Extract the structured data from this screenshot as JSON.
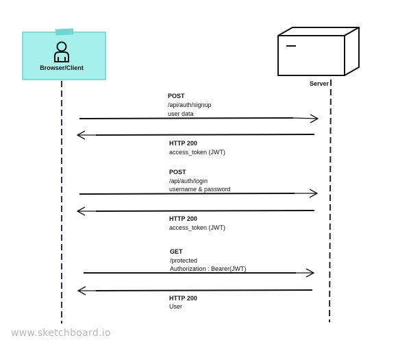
{
  "participants": {
    "client": {
      "label": "Browser/Client",
      "fill": "#a8f0ec",
      "stroke": "#67d2cc",
      "tape": "#6dd6d0"
    },
    "server": {
      "label": "Server"
    }
  },
  "messages": [
    {
      "direction": "request",
      "lines": [
        "POST",
        "/api/auth/signup",
        "user data"
      ]
    },
    {
      "direction": "response",
      "lines": [
        "HTTP 200",
        "access_token (JWT)"
      ]
    },
    {
      "direction": "request",
      "lines": [
        "POST",
        "/api/auth/login",
        "username & password"
      ]
    },
    {
      "direction": "response",
      "lines": [
        "HTTP 200",
        "access_token (JWT)"
      ]
    },
    {
      "direction": "request",
      "lines": [
        "GET",
        "/protected",
        "Authorization : Bearer(JWT)"
      ]
    },
    {
      "direction": "response",
      "lines": [
        "HTTP 200",
        "User"
      ]
    }
  ],
  "watermark": "www.sketchboard.io",
  "colors": {
    "client_lifeline": "#2b2a5e",
    "server_lifeline": "#222222",
    "ink": "#111111"
  }
}
